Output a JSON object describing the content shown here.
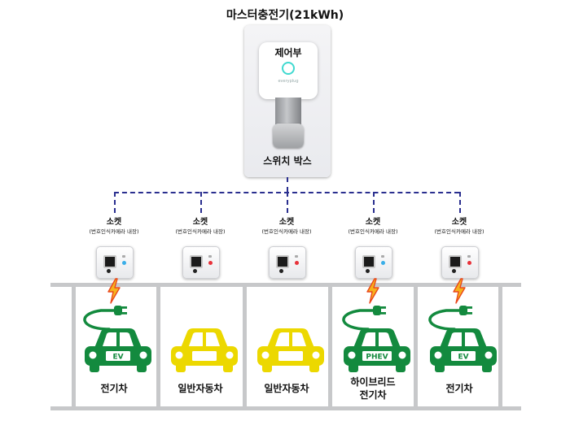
{
  "title": "마스터충전기(21kWh)",
  "master": {
    "control_label": "제어부",
    "brand": "everyplug",
    "switch_label": "스위치 박스"
  },
  "sockets": [
    {
      "title": "소켓",
      "subtitle": "(번호인식카메라 내장)",
      "led": "#3aaee8"
    },
    {
      "title": "소켓",
      "subtitle": "(번호인식카메라 내장)",
      "led": "#e8323a"
    },
    {
      "title": "소켓",
      "subtitle": "(번호인식카메라 내장)",
      "led": "#e8323a"
    },
    {
      "title": "소켓",
      "subtitle": "(번호인식카메라 내장)",
      "led": "#3aaee8"
    },
    {
      "title": "소켓",
      "subtitle": "(번호인식카메라 내장)",
      "led": "#e8323a"
    }
  ],
  "bays": [
    {
      "label": "전기차",
      "car_color": "#138a3e",
      "plate": "EV",
      "charging": true
    },
    {
      "label": "일반자동차",
      "car_color": "#ecd800",
      "plate": "",
      "charging": false
    },
    {
      "label": "일반자동차",
      "car_color": "#ecd800",
      "plate": "",
      "charging": false
    },
    {
      "label": "하이브리드\n전기차",
      "car_color": "#138a3e",
      "plate": "PHEV",
      "charging": true
    },
    {
      "label": "전기차",
      "car_color": "#138a3e",
      "plate": "EV",
      "charging": true
    }
  ],
  "colors": {
    "dash": "#2a2f8f",
    "bolt": "#f6b21c",
    "bolt_outline": "#e9461b",
    "cable": "#138a3e"
  },
  "icons": {
    "bolt": "lightning-bolt-icon",
    "plug": "plug-icon",
    "car": "car-icon"
  }
}
